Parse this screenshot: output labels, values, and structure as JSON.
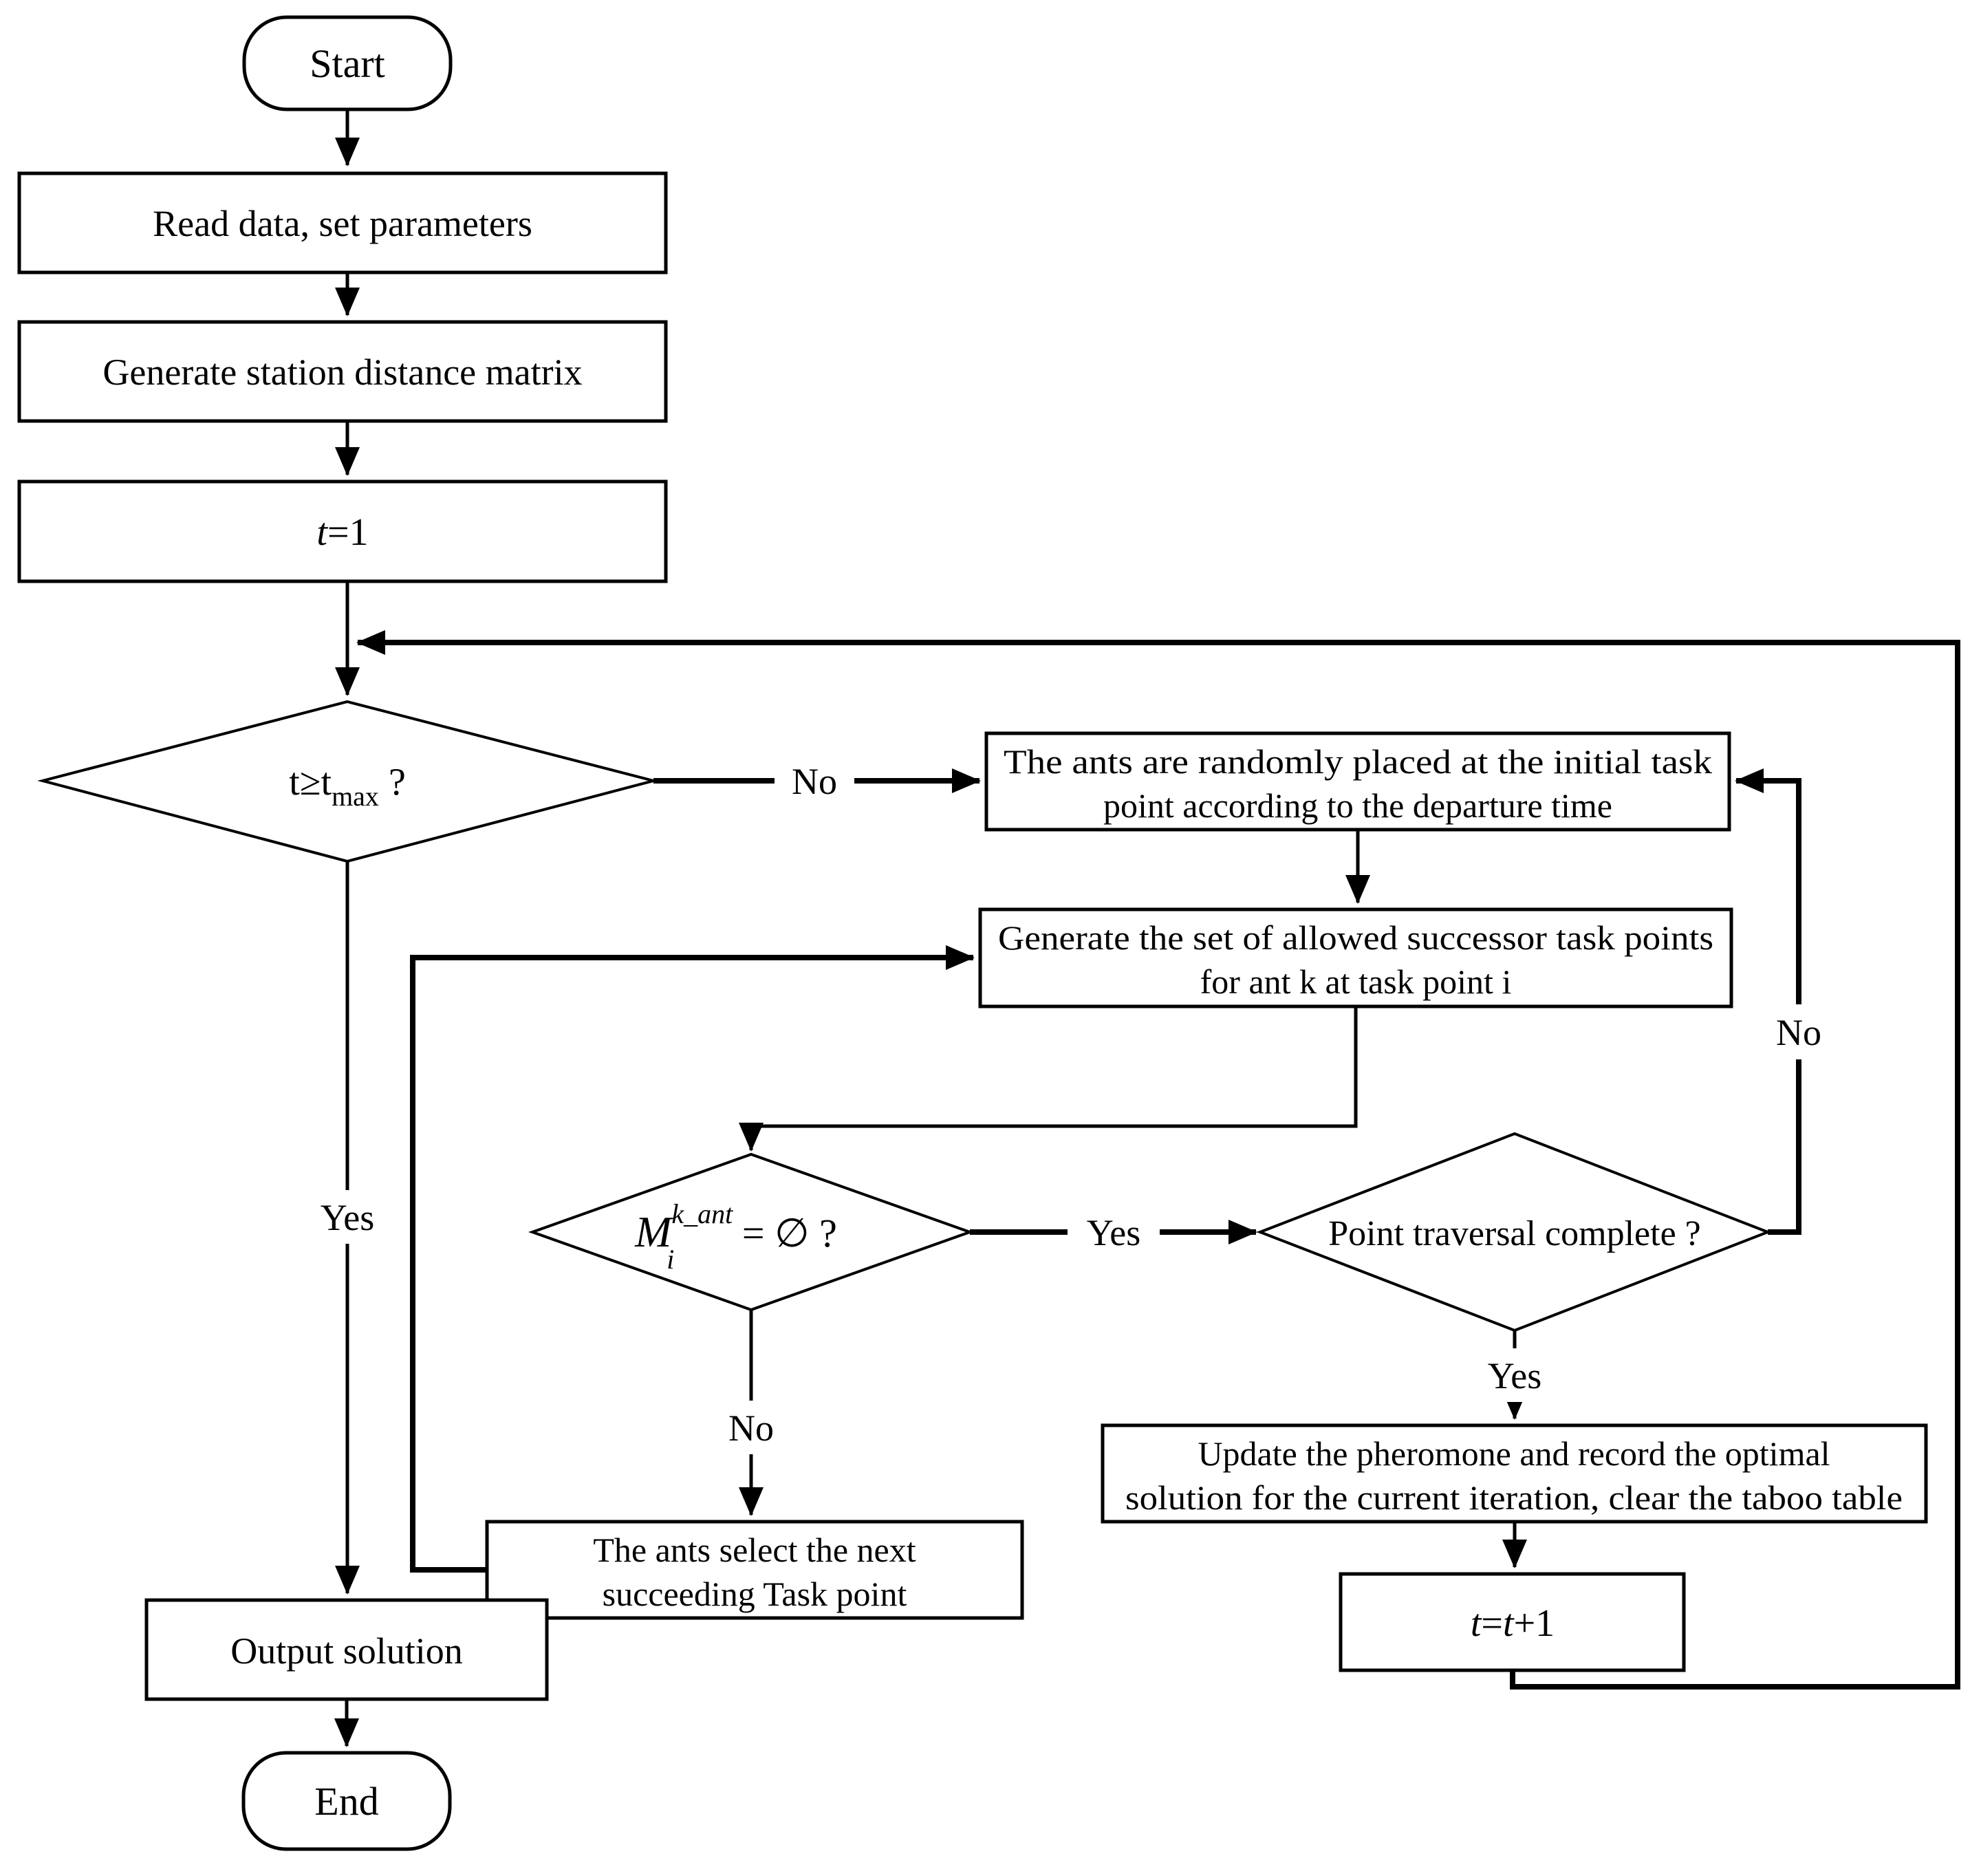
{
  "flowchart": {
    "colors": {
      "stroke": "#000000",
      "fill": "#ffffff"
    },
    "terminals": {
      "start": "Start",
      "end": "End"
    },
    "boxes": {
      "read": "Read data, set parameters",
      "matrix": "Generate station distance matrix",
      "t_init": {
        "var": "t",
        "rest": "=1"
      },
      "ants": {
        "line1": "The ants are randomly placed at the initial task",
        "line2": "point according to the departure time"
      },
      "generate": {
        "line1": "Generate the set of allowed successor task points",
        "line2": "for ant k at task point i"
      },
      "select": {
        "line1": "The ants select the next",
        "line2": "succeeding Task point"
      },
      "update": {
        "line1": "Update the pheromone and record the optimal",
        "line2": "solution for the current iteration, clear the taboo table"
      },
      "t_inc": {
        "t1": "t",
        "eq": "=",
        "t2": "t",
        "plus": "+1"
      },
      "output": "Output solution"
    },
    "decisions": {
      "tmax": {
        "base": "t≥t",
        "sub": "max",
        "suffix": " ?"
      },
      "allowed_set": {
        "m": "M",
        "sup": "k_ant",
        "sub": "i",
        "rest": " = ∅ ?"
      },
      "traversal": "Point traversal complete ?"
    },
    "labels": {
      "no_tmax": "No",
      "yes_tmax": "Yes",
      "no_allowed": "No",
      "yes_allowed": "Yes",
      "yes_traversal": "Yes",
      "no_traversal": "No"
    }
  }
}
